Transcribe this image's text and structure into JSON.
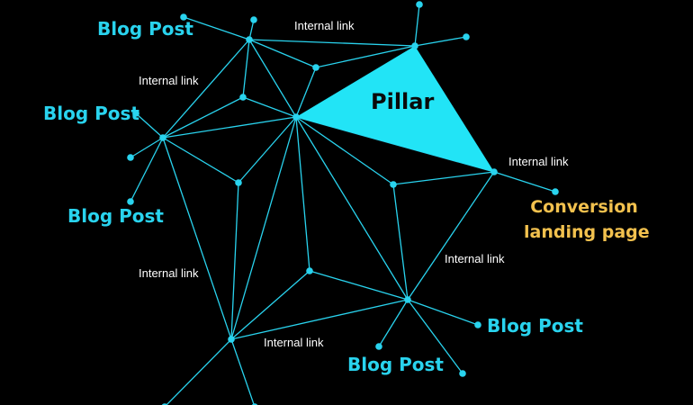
{
  "colors": {
    "background": "#000000",
    "network": "#29d3ee",
    "blog_label": "#29d3ee",
    "conversion_label": "#f2c14e",
    "pillar_fill": "#22e4f6",
    "pillar_text": "#0a0a0a",
    "link_label": "#ffffff"
  },
  "pillar": {
    "label": "Pillar"
  },
  "blog_posts": [
    {
      "label": "Blog Post"
    },
    {
      "label": "Blog Post"
    },
    {
      "label": "Blog Post"
    },
    {
      "label": "Blog Post"
    },
    {
      "label": "Blog Post"
    }
  ],
  "conversion_page": {
    "line1": "Conversion",
    "line2": "landing page"
  },
  "internal_links": [
    {
      "label": "Internal link"
    },
    {
      "label": "Internal link"
    },
    {
      "label": "Internal link"
    },
    {
      "label": "Internal link"
    },
    {
      "label": "Internal link"
    },
    {
      "label": "Internal link"
    }
  ]
}
